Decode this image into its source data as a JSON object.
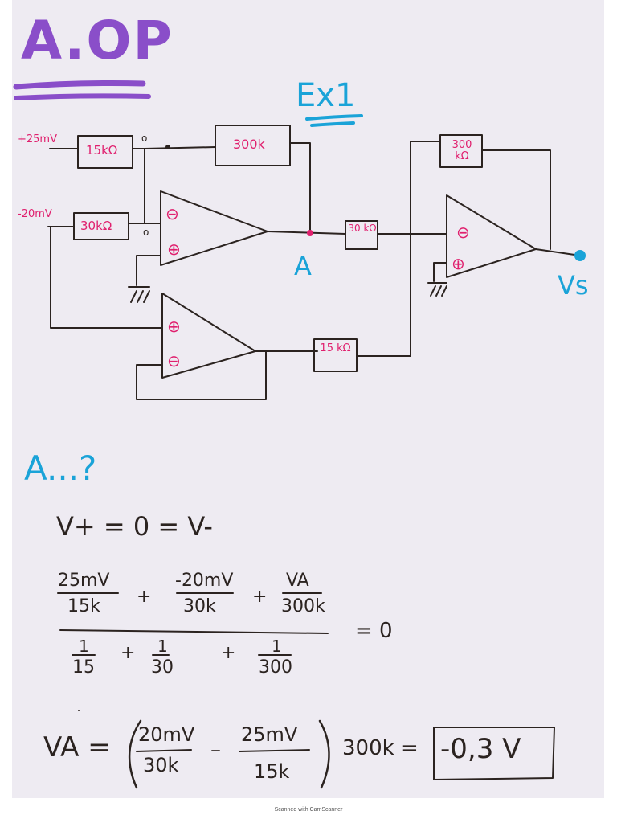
{
  "header": {
    "title": "A.OP",
    "exercise": "Ex1"
  },
  "circuit": {
    "input_top": "+25mV",
    "input_bottom": "-20mV",
    "r_in_top": "15kΩ",
    "r_feedback_top": "300k",
    "r_in_bottom": "30kΩ",
    "r_mid": "30 kΩ",
    "r_feedback_right": "300 kΩ",
    "r_lower": "15 kΩ",
    "minus_sign": "⊖",
    "plus_sign": "⊕",
    "node_a": "A",
    "output": "Vs",
    "node_o_top": "o",
    "node_o_bottom": "o"
  },
  "solution": {
    "question": "A...?",
    "eq1": "V+ = 0 = V-",
    "n1_num": "25mV",
    "n1_den": "15k",
    "n2_num": "-20mV",
    "n2_den": "30k",
    "n3_num": "VA",
    "n3_den": "300k",
    "equals_zero": "= 0",
    "d1_num": "1",
    "d1_den": "15",
    "d2_num": "1",
    "d2_den": "30",
    "d3_num": "1",
    "d3_den": "300",
    "va_lhs": "VA =",
    "f1_num": "20mV",
    "f1_den": "30k",
    "f2_num": "25mV",
    "f2_den": "15k",
    "times": "300k =",
    "result": "-0,3 V"
  },
  "footer": {
    "scanner": "Scanned with CamScanner"
  },
  "colors": {
    "ink": "#2b2320",
    "purple": "#8a4ec9",
    "pink": "#e0206e",
    "cyan": "#1aa3d8",
    "paper": "#eeebf2"
  }
}
